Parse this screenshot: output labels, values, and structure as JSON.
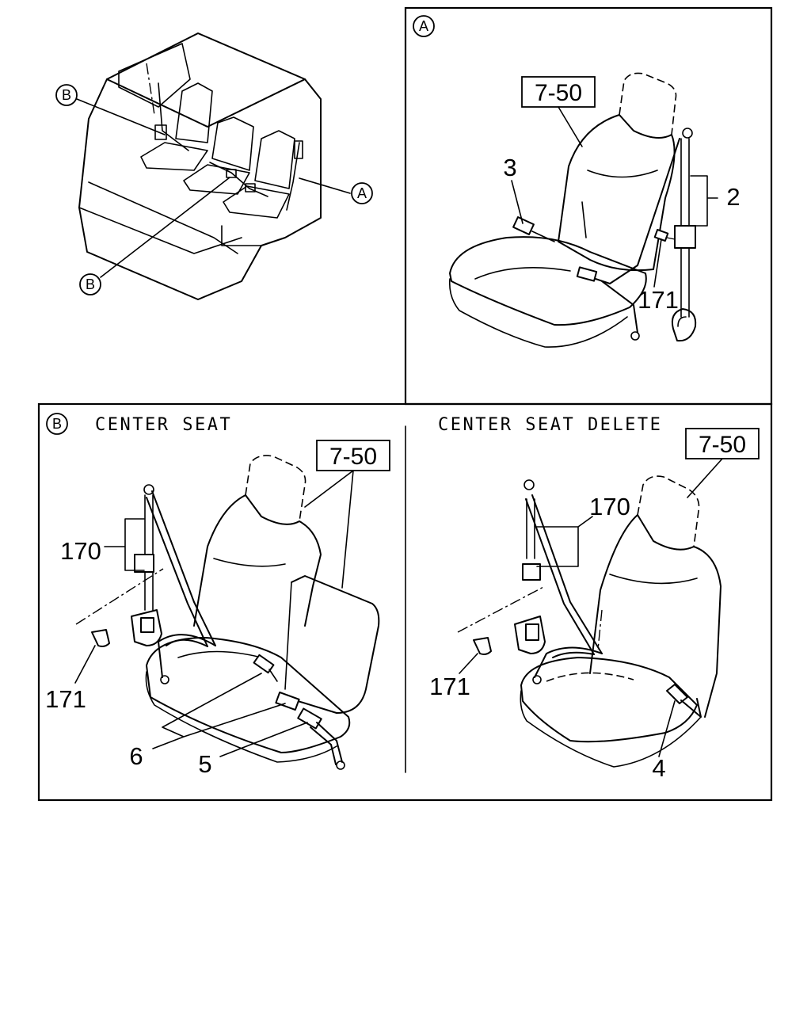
{
  "panels": {
    "detail_a": {
      "badge": "A"
    },
    "detail_b": {
      "badge": "B",
      "caption_left": "CENTER SEAT",
      "caption_right": "CENTER SEAT DELETE"
    }
  },
  "overview": {
    "callout_b_upper": "B",
    "callout_a": "A",
    "callout_b_lower": "B"
  },
  "part_numbers": {
    "a_ref": "7-50",
    "a_3": "3",
    "a_2": "2",
    "a_171": "171",
    "b_ref": "7-50",
    "b_170": "170",
    "b_171": "171",
    "b_6": "6",
    "b_5": "5",
    "c_ref": "7-50",
    "c_170": "170",
    "c_171": "171",
    "c_4": "4"
  }
}
